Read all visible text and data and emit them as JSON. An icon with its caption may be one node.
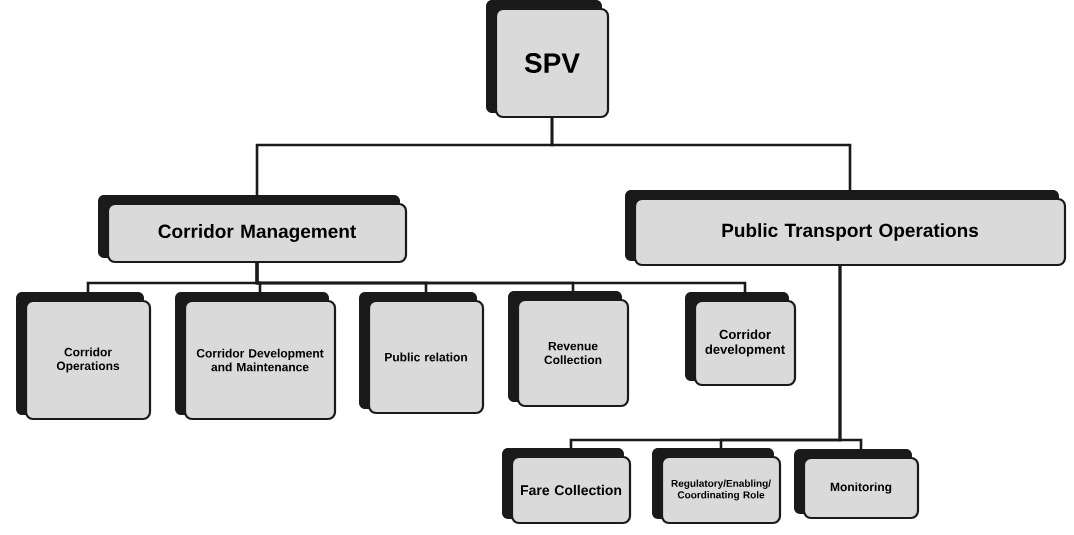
{
  "diagram": {
    "nodes": [
      {
        "text": [
          "SPV"
        ]
      },
      {
        "text": [
          "Corridor Management"
        ]
      },
      {
        "text": [
          "Public Transport Operations"
        ]
      },
      {
        "text": [
          "Corridor Operations"
        ]
      },
      {
        "text": [
          "Corridor Development and Maintenance"
        ]
      },
      {
        "text": [
          "Public relation"
        ]
      },
      {
        "text": [
          "Revenue Collection"
        ]
      },
      {
        "text": [
          "Corridor development"
        ]
      },
      {
        "text": [
          "Fare Collection"
        ]
      },
      {
        "text": [
          "Regulatory/Enabling/Coordinating Role"
        ]
      },
      {
        "text": [
          "Monitoring"
        ]
      }
    ],
    "edges": [
      {
        "from": 0,
        "to": 1,
        "arrow": "none"
      },
      {
        "from": 0,
        "to": 2,
        "arrow": "none"
      },
      {
        "from": 1,
        "to": 3,
        "arrow": "none"
      },
      {
        "from": 1,
        "to": 4,
        "arrow": "none"
      },
      {
        "from": 1,
        "to": 5,
        "arrow": "none"
      },
      {
        "from": 1,
        "to": 6,
        "arrow": "none"
      },
      {
        "from": 1,
        "to": 7,
        "arrow": "none"
      },
      {
        "from": 2,
        "to": 8,
        "arrow": "none"
      },
      {
        "from": 2,
        "to": 9,
        "arrow": "none"
      },
      {
        "from": 2,
        "to": 10,
        "arrow": "none"
      }
    ]
  }
}
